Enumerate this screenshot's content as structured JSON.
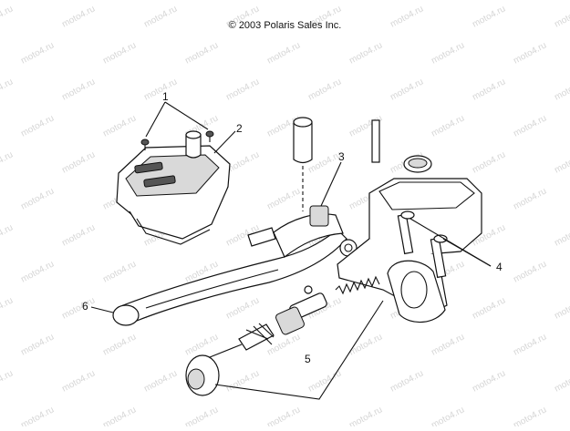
{
  "copyright": "© 2003 Polaris Sales Inc.",
  "watermark": "moto4.ru",
  "callouts": [
    {
      "id": "1",
      "label": "1"
    },
    {
      "id": "2",
      "label": "2"
    },
    {
      "id": "3",
      "label": "3"
    },
    {
      "id": "4",
      "label": "4"
    },
    {
      "id": "5",
      "label": "5"
    },
    {
      "id": "6",
      "label": "6"
    }
  ]
}
